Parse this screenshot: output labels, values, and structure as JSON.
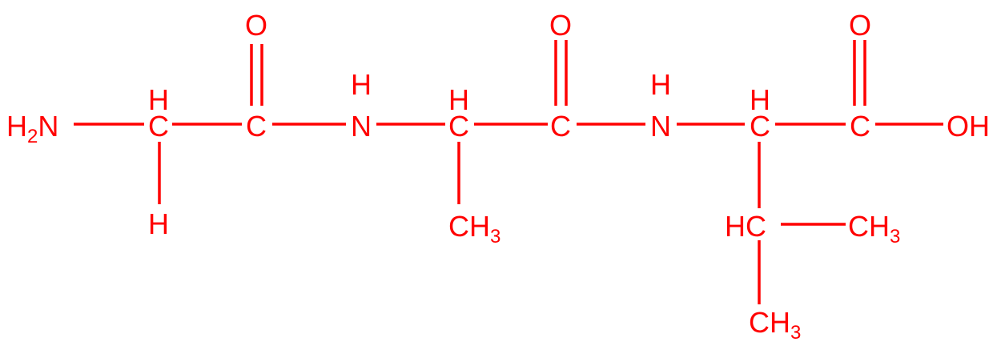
{
  "title": "Gly-Ala-Val tripeptide structure",
  "color": "#ff0000",
  "atoms": {
    "amine": {
      "h": "H",
      "sub": "2",
      "n": "N"
    },
    "c1": "C",
    "c1_h_top": "H",
    "c1_h_bottom": "H",
    "c2": "C",
    "o2": "O",
    "n1": "N",
    "n1_h": "H",
    "c3": "C",
    "c3_h": "H",
    "c3_methyl": {
      "c": "CH",
      "sub": "3"
    },
    "c4": "C",
    "o4": "O",
    "n2": "N",
    "n2_h": "H",
    "c5": "C",
    "c5_h": "H",
    "c6": "C",
    "o6": "O",
    "oh": "OH",
    "hc": "HC",
    "val_methyl_right": {
      "c": "CH",
      "sub": "3"
    },
    "val_methyl_bottom": {
      "c": "CH",
      "sub": "3"
    }
  }
}
